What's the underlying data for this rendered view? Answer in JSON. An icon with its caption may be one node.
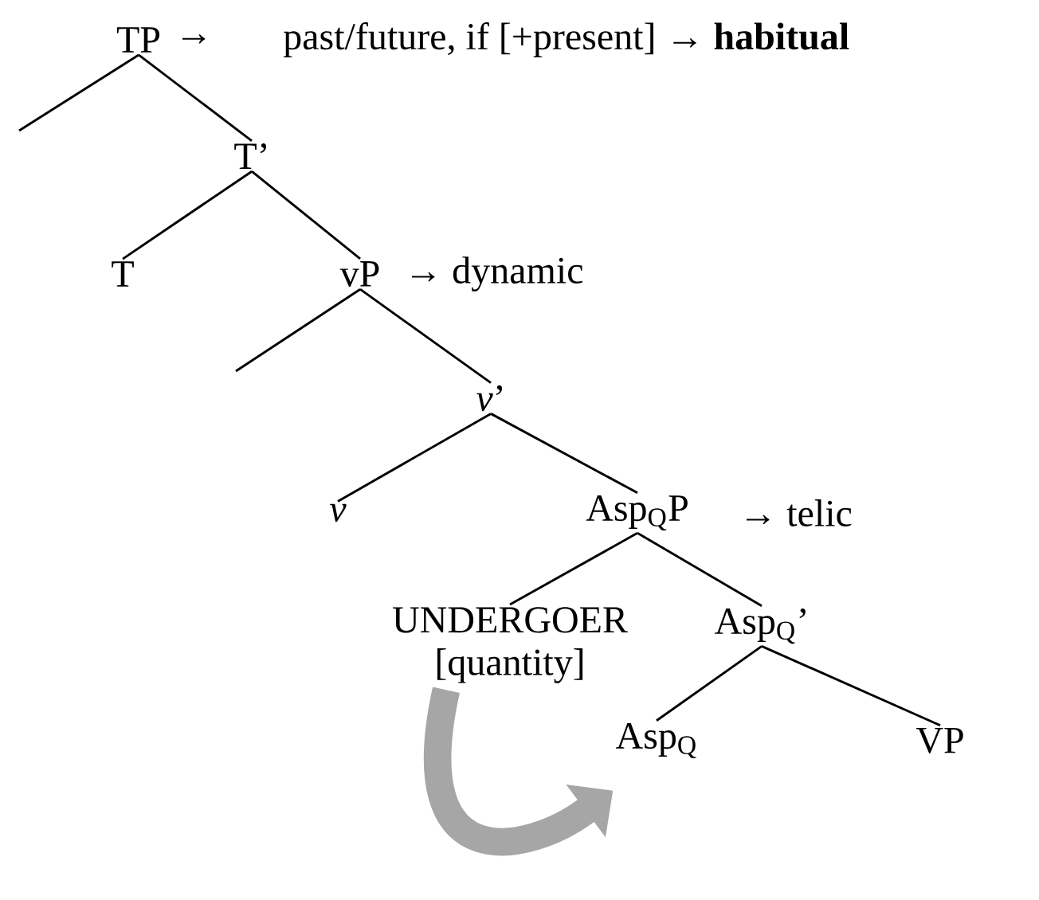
{
  "diagram": {
    "nodes": [
      {
        "text": [
          "TP"
        ],
        "beside": [
          "→",
          "past/future, if [+present] → **habitual**"
        ]
      },
      {
        "text": [
          "T’"
        ]
      },
      {
        "text": [
          "T"
        ]
      },
      {
        "text": [
          "vP"
        ],
        "beside": [
          "→ dynamic"
        ]
      },
      {
        "text": [
          "*v*’"
        ]
      },
      {
        "text": [
          "v"
        ]
      },
      {
        "text": [
          "Asp$_{Q}$P"
        ],
        "beside": [
          "→ telic"
        ]
      },
      {
        "text": [
          "UNDERGOER [quantity]"
        ]
      },
      {
        "text": [
          "Asp$_{Q}$’"
        ]
      },
      {
        "text": [
          "Asp$_{Q}$"
        ]
      },
      {
        "text": [
          "VP"
        ]
      }
    ],
    "edges": [
      {
        "from": 0,
        "to": null,
        "arrow": "none"
      },
      {
        "from": 0,
        "to": 1,
        "arrow": "none"
      },
      {
        "from": 1,
        "to": 2,
        "arrow": "none"
      },
      {
        "from": 1,
        "to": 3,
        "arrow": "none"
      },
      {
        "from": 3,
        "to": null,
        "arrow": "none"
      },
      {
        "from": 3,
        "to": 4,
        "arrow": "none"
      },
      {
        "from": 4,
        "to": 5,
        "arrow": "none"
      },
      {
        "from": 4,
        "to": 6,
        "arrow": "none"
      },
      {
        "from": 6,
        "to": 7,
        "arrow": "none"
      },
      {
        "from": 6,
        "to": 8,
        "arrow": "none"
      },
      {
        "from": 8,
        "to": 9,
        "arrow": "none"
      },
      {
        "from": 8,
        "to": 10,
        "arrow": "none"
      },
      {
        "from": 7,
        "to": 9,
        "arrow": "to",
        "style": "thick",
        "color": "#a6a6a6"
      }
    ]
  }
}
